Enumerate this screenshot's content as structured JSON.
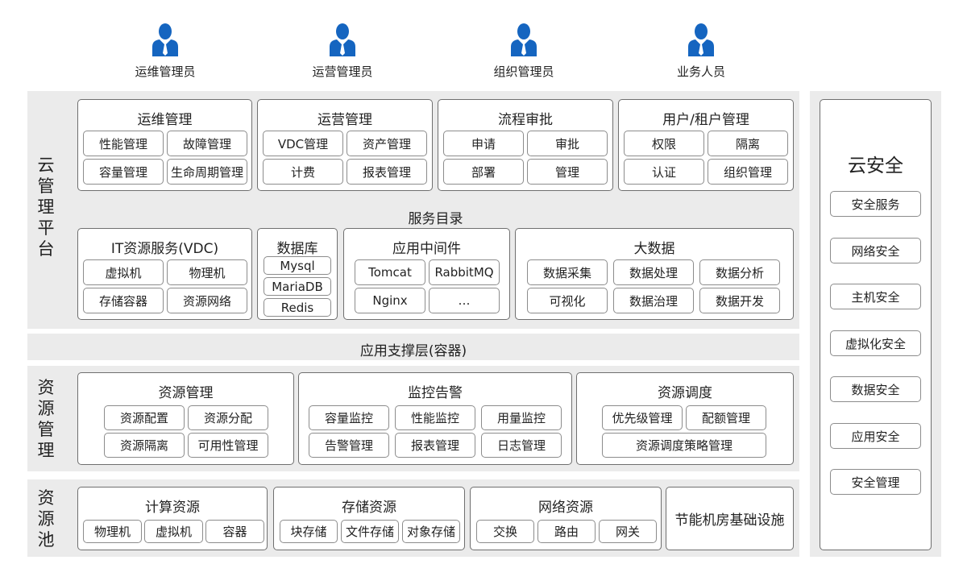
{
  "users": [
    "运维管理员",
    "运营管理员",
    "组织管理员",
    "业务人员"
  ],
  "cloud_platform": {
    "label": "云管理平台",
    "top_modules": [
      {
        "title": "运维管理",
        "items": [
          "性能管理",
          "故障管理",
          "容量管理",
          "生命周期管理"
        ]
      },
      {
        "title": "运营管理",
        "items": [
          "VDC管理",
          "资产管理",
          "计费",
          "报表管理"
        ]
      },
      {
        "title": "流程审批",
        "items": [
          "申请",
          "审批",
          "部署",
          "管理"
        ]
      },
      {
        "title": "用户/租户管理",
        "items": [
          "权限",
          "隔离",
          "认证",
          "组织管理"
        ]
      }
    ],
    "service_catalog": "服务目录",
    "it_resource": {
      "title": "IT资源服务(VDC)",
      "items": [
        "虚拟机",
        "物理机",
        "存储容器",
        "资源网络"
      ]
    },
    "database": {
      "title": "数据库",
      "items": [
        "Mysql",
        "MariaDB",
        "Redis"
      ]
    },
    "middleware": {
      "title": "应用中间件",
      "items": [
        "Tomcat",
        "RabbitMQ",
        "Nginx",
        "…"
      ]
    },
    "bigdata": {
      "title": "大数据",
      "items": [
        "数据采集",
        "数据处理",
        "数据分析",
        "可视化",
        "数据治理",
        "数据开发"
      ]
    }
  },
  "support_layer": "应用支撑层(容器)",
  "resource_management": {
    "label": "资源管理",
    "resmgmt": {
      "title": "资源管理",
      "items": [
        "资源配置",
        "资源分配",
        "资源隔离",
        "可用性管理"
      ]
    },
    "monitor": {
      "title": "监控告警",
      "items": [
        "容量监控",
        "性能监控",
        "用量监控",
        "告警管理",
        "报表管理",
        "日志管理"
      ]
    },
    "schedule": {
      "title": "资源调度",
      "items": [
        "优先级管理",
        "配额管理",
        "资源调度策略管理"
      ]
    }
  },
  "resource_pool": {
    "label": "资源池",
    "compute": {
      "title": "计算资源",
      "items": [
        "物理机",
        "虚拟机",
        "容器"
      ]
    },
    "storage": {
      "title": "存储资源",
      "items": [
        "块存储",
        "文件存储",
        "对象存储"
      ]
    },
    "network": {
      "title": "网络资源",
      "items": [
        "交换",
        "路由",
        "网关"
      ]
    },
    "facility": "节能机房基础设施"
  },
  "cloud_security": {
    "title": "云安全",
    "items": [
      "安全服务",
      "网络安全",
      "主机安全",
      "虚拟化安全",
      "数据安全",
      "应用安全",
      "安全管理"
    ]
  },
  "colors": {
    "user_icon": "#1565c0",
    "band": "#ebebeb",
    "border": "#6f6f6f"
  }
}
